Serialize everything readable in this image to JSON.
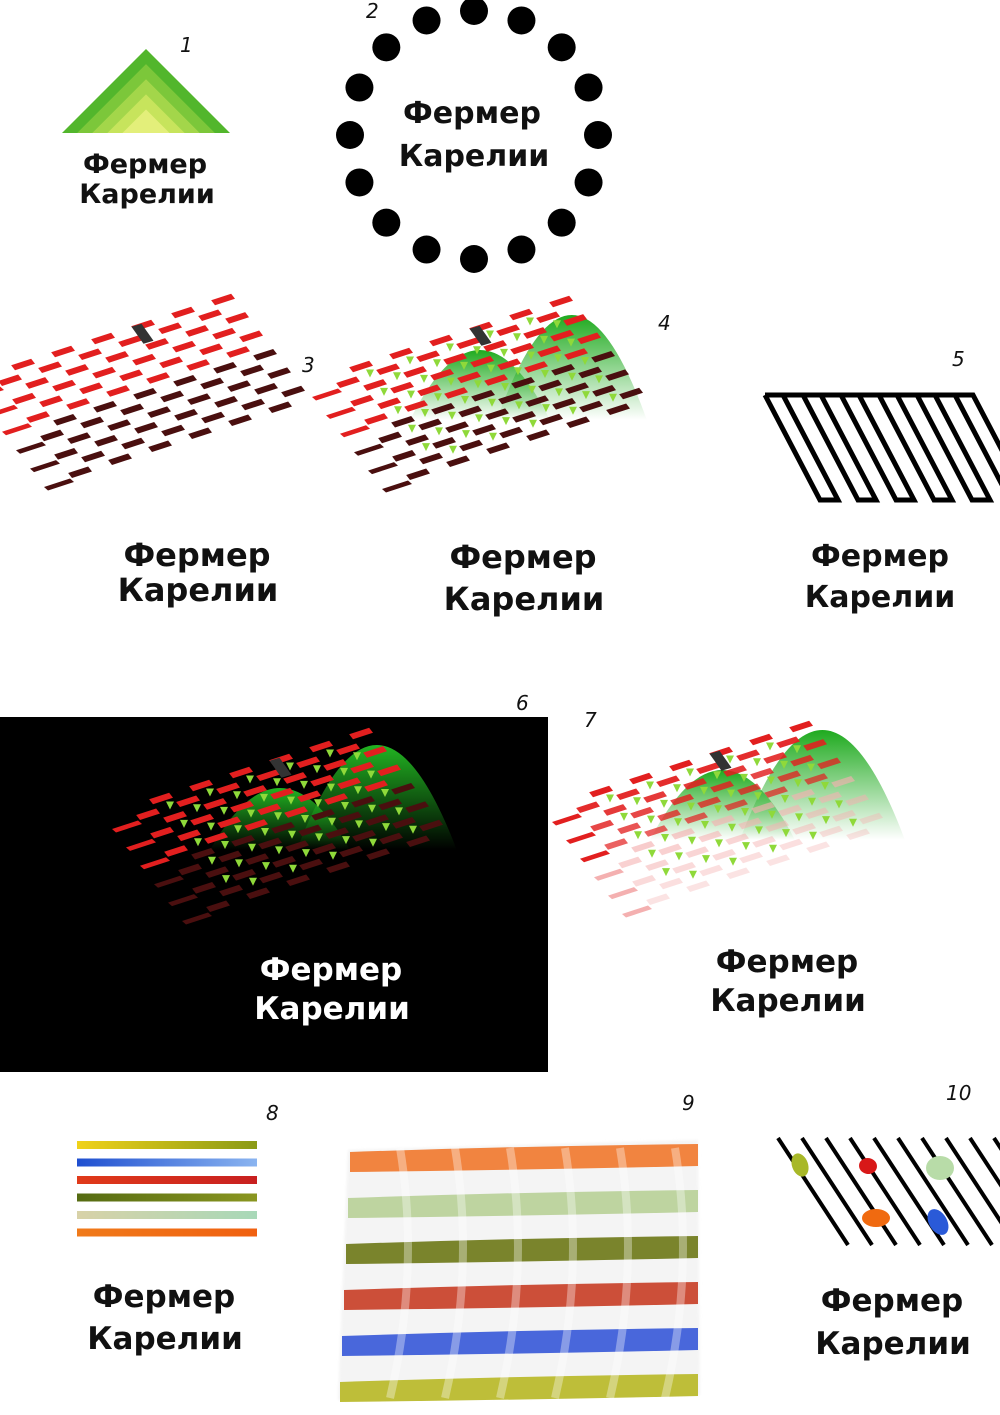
{
  "title_line1": "Фермер",
  "title_line2": "Карелии",
  "variants": [
    {
      "number": "1",
      "motif": "layered-triangle-icon"
    },
    {
      "number": "2",
      "motif": "dot-ring-icon"
    },
    {
      "number": "3",
      "motif": "woven-grid-icon"
    },
    {
      "number": "4",
      "motif": "hills-grid-sprouts-icon"
    },
    {
      "number": "5",
      "motif": "zigzag-outline-icon"
    },
    {
      "number": "6",
      "motif": "hills-grid-sprouts-dark-icon"
    },
    {
      "number": "7",
      "motif": "hills-grid-sprouts-light-icon"
    },
    {
      "number": "8",
      "motif": "gradient-stripes-icon"
    },
    {
      "number": "9",
      "motif": "striped-cloth-icon"
    },
    {
      "number": "10",
      "motif": "diagonal-lines-seeds-icon"
    }
  ],
  "colors": {
    "green": "#22b422",
    "red": "#e21f1f",
    "dark_red": "#4a0f0f",
    "sprout": "#8fd93a",
    "black": "#000000"
  },
  "stripe_colors_8": [
    [
      "#f0d21a",
      "#8a9a16"
    ],
    [
      "#1f4fd0",
      "#8ab4f0"
    ],
    [
      "#e03a1a",
      "#c82020"
    ],
    [
      "#556b12",
      "#8a9620"
    ],
    [
      "#d8d2a8",
      "#a8d8b8"
    ],
    [
      "#f07a1a",
      "#f06010"
    ]
  ],
  "stripe_colors_9": [
    "#f07a30",
    "#b8d098",
    "#6f7a1a",
    "#c84028",
    "#3a5ad8",
    "#b8b828"
  ],
  "seed_colors_10": [
    "#a8b828",
    "#d81818",
    "#b8dca8",
    "#f06a10",
    "#2a5ad8"
  ]
}
